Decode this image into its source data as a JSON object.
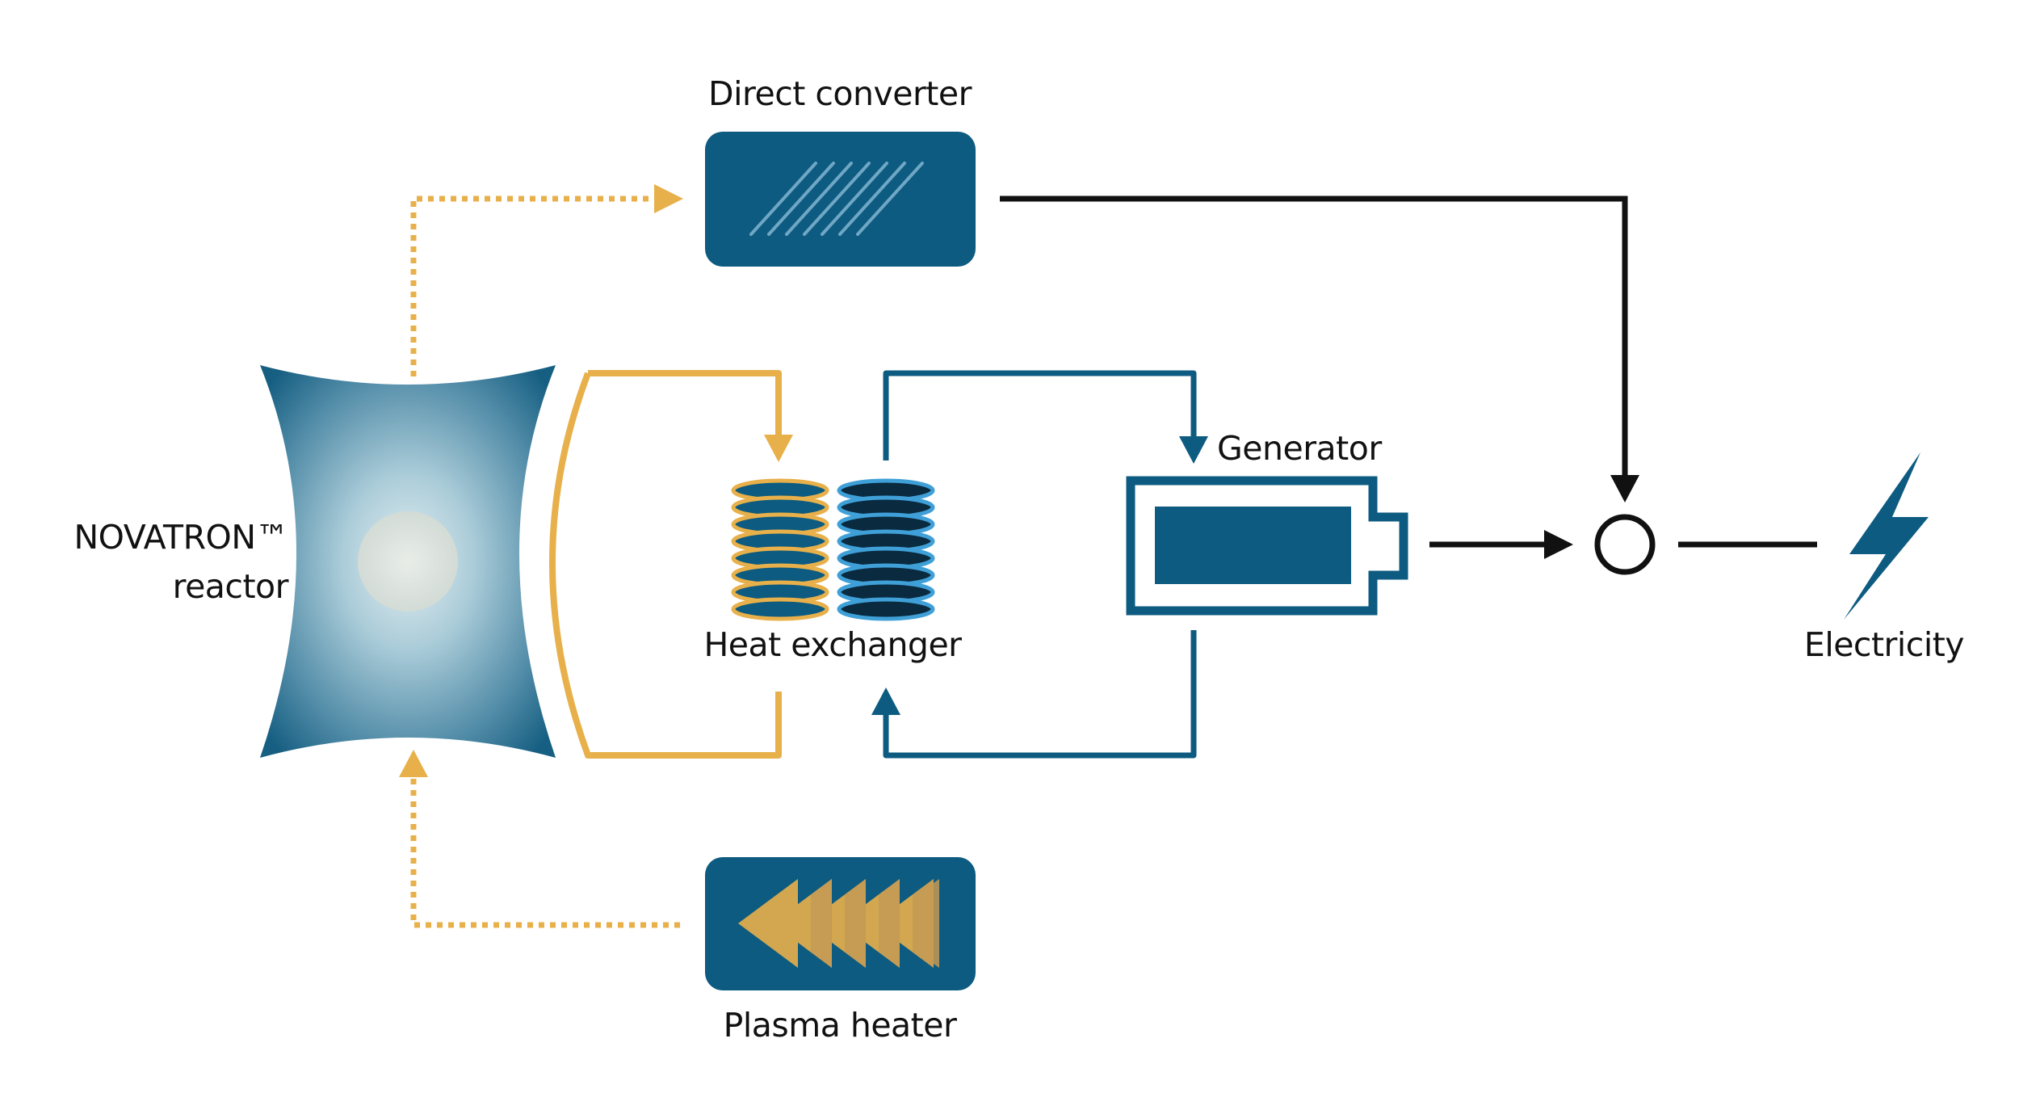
{
  "labels": {
    "direct_converter": "Direct converter",
    "reactor_line1": "NOVATRON™",
    "reactor_line2": "reactor",
    "generator": "Generator",
    "heat_exchanger": "Heat exchanger",
    "plasma_heater": "Plasma heater",
    "electricity": "Electricity"
  },
  "icons": {
    "reactor": "reactor-icon",
    "direct_converter": "direct-converter-icon",
    "heat_exchanger": "heat-exchanger-icon",
    "generator": "battery-icon",
    "plasma_heater": "plasma-heater-icon",
    "junction": "junction-circle-icon",
    "electricity": "lightning-bolt-icon"
  },
  "colors": {
    "navy": "#0d5b80",
    "dark_navy": "#0a2a3f",
    "gold": "#e8b04a",
    "black": "#111111",
    "reactor_light": "#b8d4df"
  }
}
